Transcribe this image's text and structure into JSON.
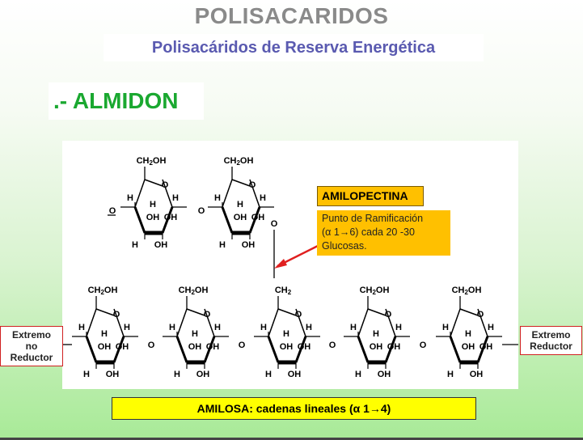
{
  "title": "POLISACARIDOS",
  "subtitle": "Polisacáridos de Reserva Energética",
  "heading": ".- ALMIDON",
  "labels": {
    "amilopectina": "AMILOPECTINA",
    "ramificacion_line1": "Punto de Ramificación",
    "ramificacion_line2": "(α 1→6) cada 20 -30",
    "ramificacion_line3": "Glucosas.",
    "extremo_no_reductor_1": "Extremo",
    "extremo_no_reductor_2": "no",
    "extremo_no_reductor_3": "Reductor",
    "extremo_reductor_1": "Extremo",
    "extremo_reductor_2": "Reductor",
    "amilosa": "AMILOSA:  cadenas lineales (α 1→4)"
  },
  "ring_labels": {
    "ch2oh": "CH2OH",
    "ch2": "CH2",
    "o": "O",
    "h": "H",
    "oh": "OH"
  },
  "colors": {
    "title": "#8a8a8a",
    "subtitle": "#5a5ab0",
    "heading": "#1aa830",
    "orange_box": "#ffc000",
    "yellow_box": "#ffff00",
    "arrow": "#e02020",
    "extremo_border": "#d02020"
  }
}
